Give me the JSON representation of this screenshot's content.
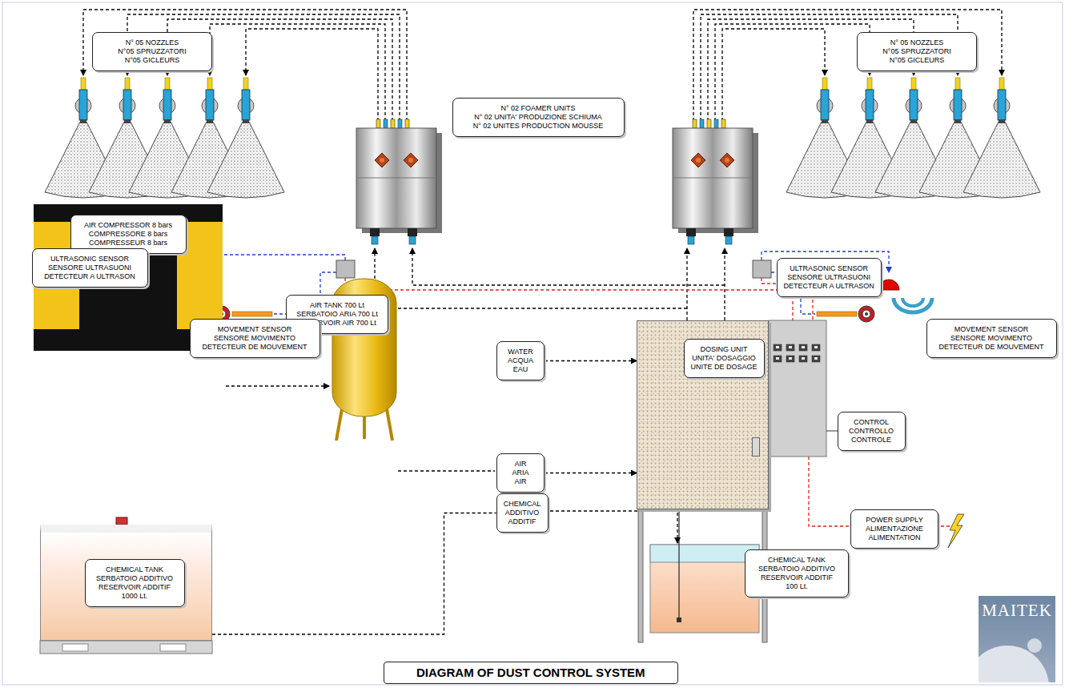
{
  "diagram": {
    "title": "DIAGRAM OF DUST CONTROL SYSTEM",
    "nodes": [
      {
        "text": [
          "N° 05 NOZZLES N°05 SPRUZZATORI N°05 GICLEURS"
        ]
      },
      {
        "text": [
          "N° 02 FOAMER UNITS N° 02 UNITA' PRODUZIONE SCHIUMA N° 02 UNITES PRODUCTION MOUSSE"
        ]
      },
      {
        "text": [
          "N° 05 NOZZLES N°05 SPRUZZATORI N°05 GICLEURS"
        ]
      },
      {
        "text": [
          "AIR COMPRESSOR 8 bars COMPRESSORE 8 bars COMPRESSEUR 8 bars"
        ]
      },
      {
        "text": [
          "ULTRASONIC SENSOR SENSORE ULTRASUONI DETECTEUR A ULTRASON"
        ]
      },
      {
        "text": [
          "ULTRASONIC SENSOR SENSORE ULTRASUONI DETECTEUR A ULTRASON"
        ]
      },
      {
        "text": [
          "AIR TANK 700 Lt SERBATOIO ARIA 700 Lt RESERVOIR AIR 700 Lt"
        ]
      },
      {
        "text": [
          "MOVEMENT SENSOR SENSORE MOVIMENTO DETECTEUR DE MOUVEMENT"
        ]
      },
      {
        "text": [
          "MOVEMENT SENSOR SENSORE MOVIMENTO DETECTEUR DE MOUVEMENT"
        ]
      },
      {
        "text": [
          "WATER ACQUA EAU"
        ]
      },
      {
        "text": [
          "DOSING UNIT UNITA' DOSAGGIO UNITE DE DOSAGE"
        ]
      },
      {
        "text": [
          "CONTROL CONTROLLO CONTROLE"
        ]
      },
      {
        "text": [
          "AIR ARIA AIR"
        ]
      },
      {
        "text": [
          "CHEMICAL ADDITIVO ADDITIF"
        ]
      },
      {
        "text": [
          "POWER SUPPLY ALIMENTAZIONE ALIMENTATION"
        ]
      },
      {
        "text": [
          "CHEMICAL TANK SERBATOIO ADDITIVO RESERVOIR ADDITIF 100 Lt."
        ]
      },
      {
        "text": [
          "CHEMICAL TANK SERBATOIO ADDITIVO RESERVOIR ADDITIF 1000 Lt."
        ]
      }
    ],
    "edges": [
      {
        "from": 9,
        "to": 10,
        "arrow": "to"
      },
      {
        "from": 12,
        "to": 10,
        "arrow": "to"
      },
      {
        "from": 16,
        "to": 13,
        "arrow": "none"
      }
    ],
    "labels": [
      "MAITEK"
    ]
  }
}
